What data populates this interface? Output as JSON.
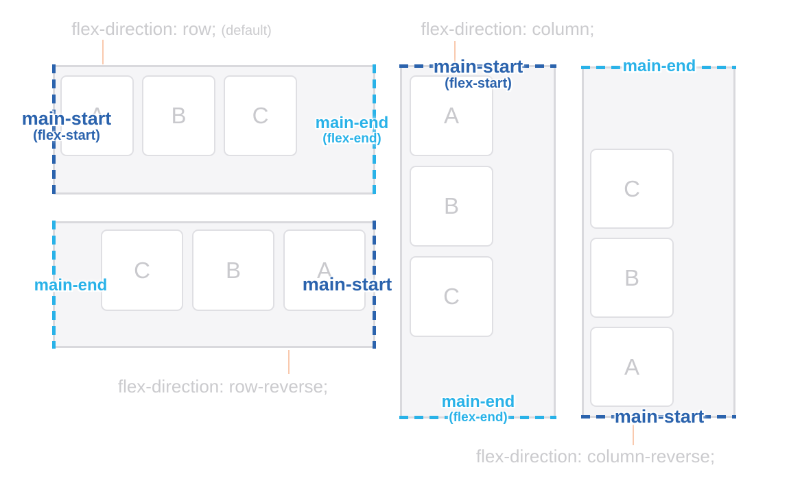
{
  "colors": {
    "main_start": "#2b63ad",
    "main_end": "#29b2e8",
    "caption_gray": "#cbcbce",
    "connector_peach": "#f9c9ae",
    "container_bg": "#f5f5f7",
    "container_border": "#d9d9dd",
    "item_border": "#dfdfe3",
    "item_letter": "#c9c9cd"
  },
  "diagrams": {
    "row": {
      "caption": "flex-direction: row;",
      "caption_note": "(default)",
      "items": [
        "A",
        "B",
        "C"
      ],
      "start_label": "main-start",
      "start_sub": "(flex-start)",
      "end_label": "main-end",
      "end_sub": "(flex-end)"
    },
    "row_reverse": {
      "caption": "flex-direction: row-reverse;",
      "items": [
        "C",
        "B",
        "A"
      ],
      "start_label": "main-start",
      "end_label": "main-end"
    },
    "column": {
      "caption": "flex-direction: column;",
      "items": [
        "A",
        "B",
        "C"
      ],
      "start_label": "main-start",
      "start_sub": "(flex-start)",
      "end_label": "main-end",
      "end_sub": "(flex-end)"
    },
    "column_reverse": {
      "caption": "flex-direction: column-reverse;",
      "items": [
        "C",
        "B",
        "A"
      ],
      "start_label": "main-start",
      "end_label": "main-end"
    }
  }
}
